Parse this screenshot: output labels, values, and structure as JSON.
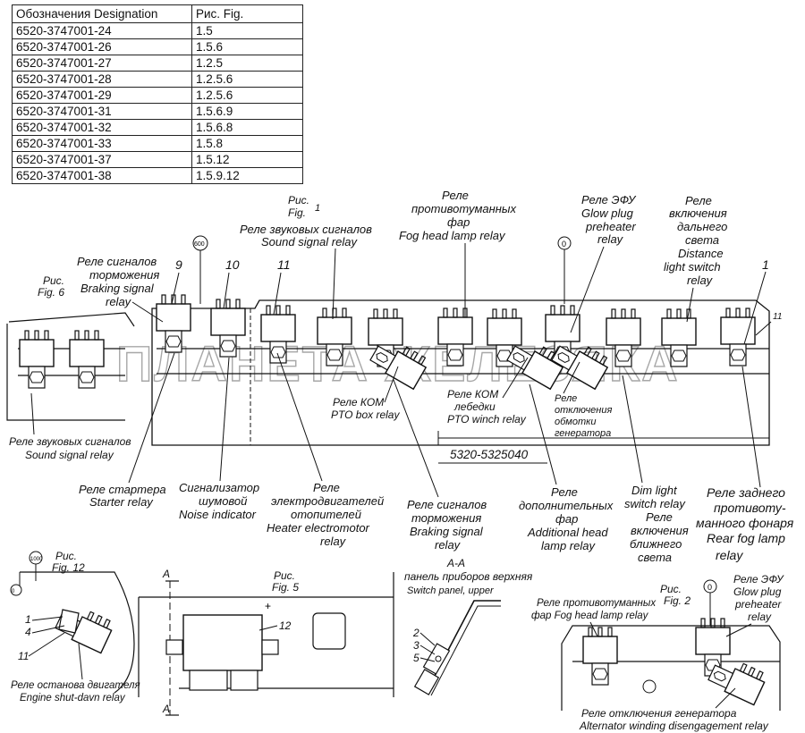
{
  "table": {
    "header": [
      "Обозначения  Designation",
      "Рис. Fig."
    ],
    "rows": [
      [
        "6520-3747001-24",
        "1.5"
      ],
      [
        "6520-3747001-26",
        "1.5.6"
      ],
      [
        "6520-3747001-27",
        "1.2.5"
      ],
      [
        "6520-3747001-28",
        "1.2.5.6"
      ],
      [
        "6520-3747001-29",
        "1.2.5.6"
      ],
      [
        "6520-3747001-31",
        "1.5.6.9"
      ],
      [
        "6520-3747001-32",
        "1.5.6.8"
      ],
      [
        "6520-3747001-33",
        "1.5.8"
      ],
      [
        "6520-3747001-37",
        "1.5.12"
      ],
      [
        "6520-3747001-38",
        "1.5.9.12"
      ]
    ]
  },
  "watermark": "ПЛАНЕТА ЖЕЛЕЗЯКА",
  "labels": {
    "fig1_ru": "Рис.",
    "fig1_num": "1",
    "fig1_en": "Fig.",
    "fig6_ru": "Рис.",
    "fig6_en": "Fig. 6",
    "fig12_ru": "Рис.",
    "fig12_en": "Fig. 12",
    "fig5_ru": "Рис.",
    "fig5_en": "Fig. 5",
    "fig2_ru": "Рис.",
    "fig2_en": "Fig. 2",
    "sound_top_ru": "Реле звуковых сигналов",
    "sound_top_en": "Sound signal relay",
    "fog_top": [
      "Реле",
      "противотуманных",
      "фар",
      "Fog head lamp relay"
    ],
    "efu_top": [
      "Реле ЭФУ",
      "Glow plug",
      "preheater",
      "relay"
    ],
    "dist_top": [
      "Реле",
      "включения",
      "дальнего",
      "света",
      "Distance",
      "light switch",
      "relay"
    ],
    "brake_left": [
      "Реле сигналов",
      "торможения",
      "Braking signal",
      "relay"
    ],
    "n9": "9",
    "n10": "10",
    "n11": "11",
    "n1": "1",
    "n11b": "11",
    "tag600": "600",
    "tag0": "0",
    "tag1000": "1000",
    "tag0b": "0",
    "sound_left_ru": "Реле звуковых сигналов",
    "sound_left_en": "Sound signal relay",
    "kom_ru": "Реле КОМ",
    "kom_en": "PTO box relay",
    "komw": [
      "Реле КОМ",
      "лебедки",
      "PTO winch relay"
    ],
    "alt_off": [
      "Реле",
      "отключения",
      "обмотки",
      "генератора"
    ],
    "part_code": "5320-5325040",
    "starter": [
      "Реле стартера",
      "Starter relay"
    ],
    "noise": [
      "Сигнализатор",
      "шумовой",
      "Noise indicator"
    ],
    "heater": [
      "Реле",
      "электродвигателей",
      "отопителей",
      "Heater electromotor",
      "relay"
    ],
    "brake_bottom": [
      "Реле сигналов",
      "торможения",
      "Braking signal",
      "relay"
    ],
    "addlamp": [
      "Реле",
      "дополнительных",
      "фар",
      "Additional head",
      "lamp relay"
    ],
    "dim": [
      "Dim light",
      "switch relay",
      "Реле",
      "включения",
      "ближнего",
      "света"
    ],
    "rearfog": [
      "Реле заднего",
      "противоту-",
      "манного фонаря",
      "Rear fog lamp",
      "relay"
    ],
    "n1_f12": "1",
    "n4_f12": "4",
    "n11_f12": "11",
    "shutdown_ru": "Реле останова двигателя",
    "shutdown_en": "Engine shut-davn relay",
    "sec_a_top": "A",
    "sec_a_bot": "A",
    "plus": "+",
    "n12": "12",
    "aa": "A-A",
    "panel_ru": "панель приборов верхняя",
    "panel_en": "Switch panel, upper",
    "n2": "2",
    "n3": "3",
    "n5": "5",
    "fog_f2": [
      "Реле противотуманных",
      "фар Fog head lamp relay"
    ],
    "efu_f2": [
      "Реле ЭФУ",
      "Glow plug",
      "preheater",
      "relay"
    ],
    "alt_f2_ru": "Реле отключения генератора",
    "alt_f2_en": "Alternator winding disengagement relay"
  }
}
